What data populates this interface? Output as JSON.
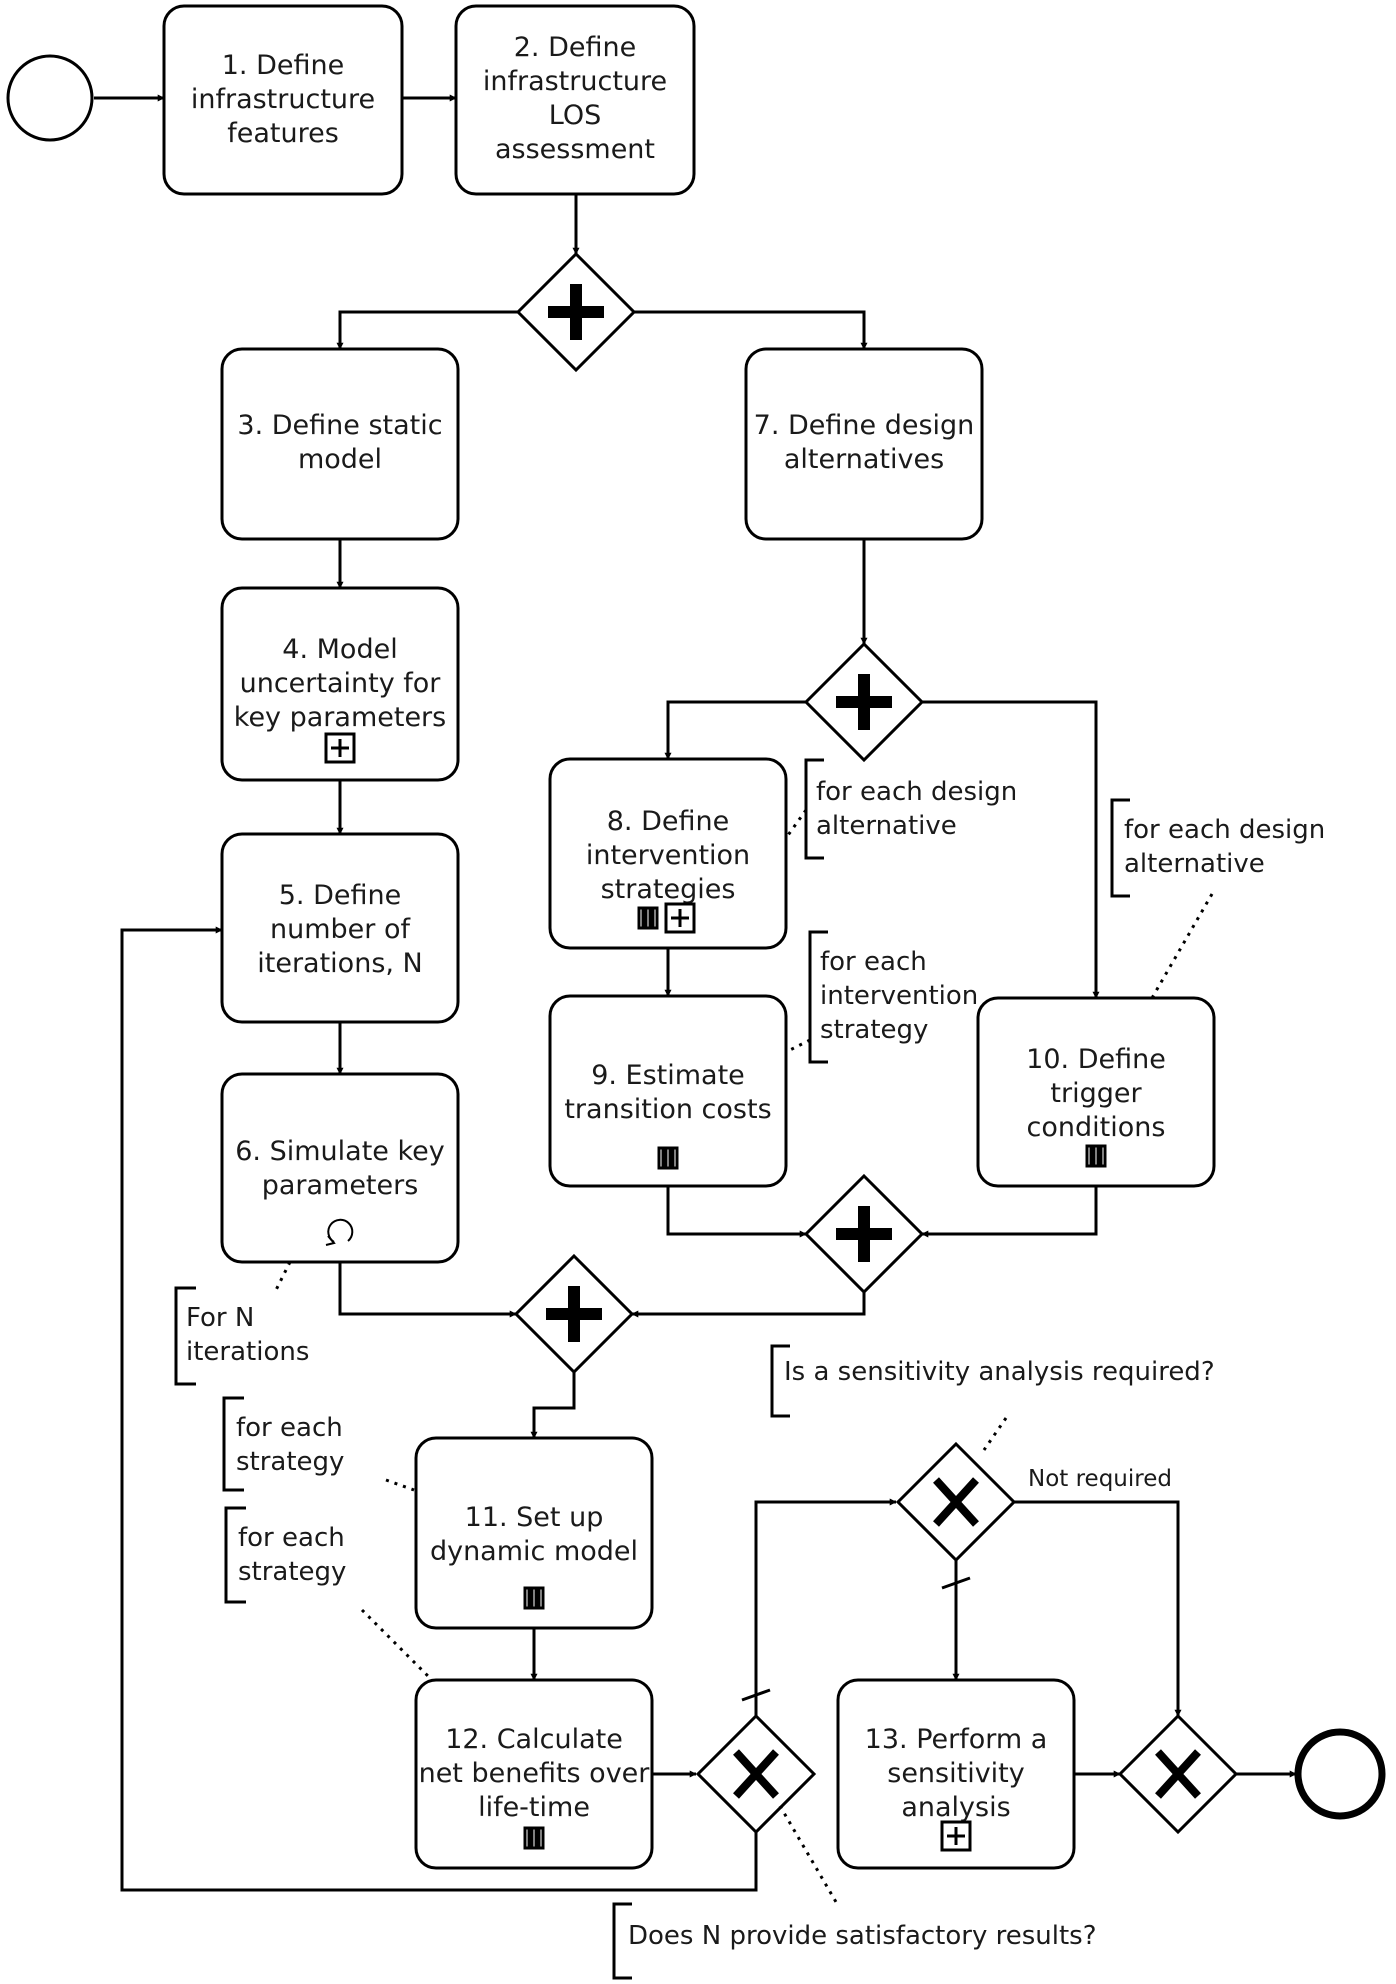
{
  "tasks": {
    "t1": [
      "1. Define",
      "infrastructure",
      "features"
    ],
    "t2": [
      "2. Define",
      "infrastructure",
      "LOS",
      "assessment"
    ],
    "t3": [
      "3. Define static",
      "model"
    ],
    "t4": [
      "4. Model",
      "uncertainty for",
      "key parameters"
    ],
    "t5": [
      "5. Define",
      "number of",
      "iterations, N"
    ],
    "t6": [
      "6. Simulate key",
      "parameters"
    ],
    "t7": [
      "7. Define design",
      "alternatives"
    ],
    "t8": [
      "8. Define",
      "intervention",
      "strategies"
    ],
    "t9": [
      "9. Estimate",
      "transition costs"
    ],
    "t10": [
      "10. Define",
      "trigger",
      "conditions"
    ],
    "t11": [
      "11. Set up",
      "dynamic model"
    ],
    "t12": [
      "12. Calculate",
      "net benefits over",
      "life-time"
    ],
    "t13": [
      "13. Perform a",
      "sensitivity",
      "analysis"
    ]
  },
  "annotations": {
    "a8": [
      "for each design",
      "alternative"
    ],
    "a10": [
      "for each design",
      "alternative"
    ],
    "a9": [
      "for each",
      "intervention",
      "strategy"
    ],
    "a6": [
      "For N",
      "iterations"
    ],
    "a11": [
      "for each",
      "strategy"
    ],
    "a12": [
      "for each",
      "strategy"
    ],
    "sensitivity_question": [
      "Is a sensitivity analysis required?"
    ],
    "n_question": [
      "Does N provide satisfactory results?"
    ]
  },
  "flow_labels": {
    "not_required": "Not required"
  },
  "icons": {
    "start": "start-event-icon",
    "end": "end-event-icon",
    "parallel": "parallel-gateway-icon",
    "exclusive": "exclusive-gateway-icon",
    "subprocess": "subprocess-marker-icon",
    "multi_instance": "multi-instance-marker-icon",
    "loop": "loop-marker-icon"
  }
}
